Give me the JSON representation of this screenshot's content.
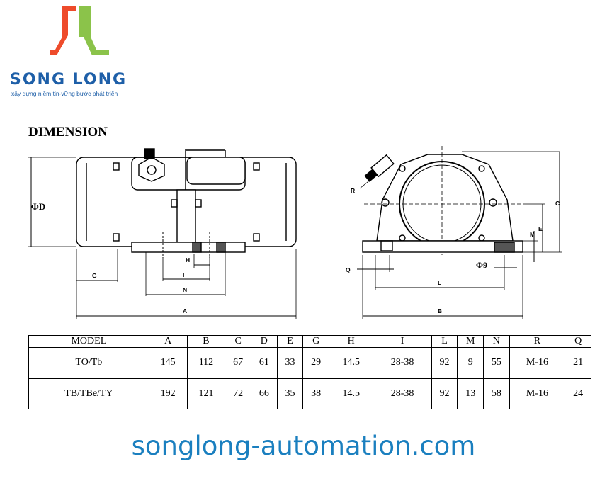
{
  "brand": {
    "name": "SONG LONG",
    "tagline": "xây dựng niềm tin-vững bước phát triển",
    "colors": {
      "red": "#ee4b2b",
      "green": "#8bc34a",
      "blue": "#1e5fa8"
    }
  },
  "heading": "DIMENSION",
  "diagram_labels": {
    "phi_d": "ΦD",
    "g": "G",
    "h": "H",
    "i": "I",
    "n": "N",
    "a": "A",
    "r": "R",
    "c": "C",
    "e": "E",
    "m": "M",
    "q": "Q",
    "phi9": "Φ9",
    "l": "L",
    "b": "B"
  },
  "table": {
    "headers": [
      "MODEL",
      "A",
      "B",
      "C",
      "D",
      "E",
      "G",
      "H",
      "I",
      "L",
      "M",
      "N",
      "R",
      "Q"
    ],
    "rows": [
      [
        "TO/Tb",
        "145",
        "112",
        "67",
        "61",
        "33",
        "29",
        "14.5",
        "28-38",
        "92",
        "9",
        "55",
        "M-16",
        "21"
      ],
      [
        "TB/TBe/TY",
        "192",
        "121",
        "72",
        "66",
        "35",
        "38",
        "14.5",
        "28-38",
        "92",
        "13",
        "58",
        "M-16",
        "24"
      ]
    ]
  },
  "website": "songlong-automation.com"
}
